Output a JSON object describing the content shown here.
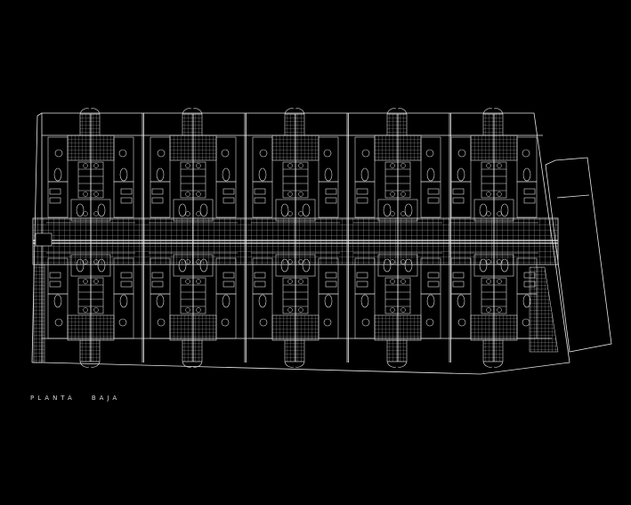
{
  "drawing": {
    "title_word_1": "PLANTA",
    "title_word_2": "BAJA",
    "background_color": "#000000",
    "line_color": "#ffffff",
    "type": "architectural floor plan",
    "units_top_row": 5,
    "units_bottom_row": 5,
    "central_corridor": "tiled walkway with grid pattern"
  }
}
